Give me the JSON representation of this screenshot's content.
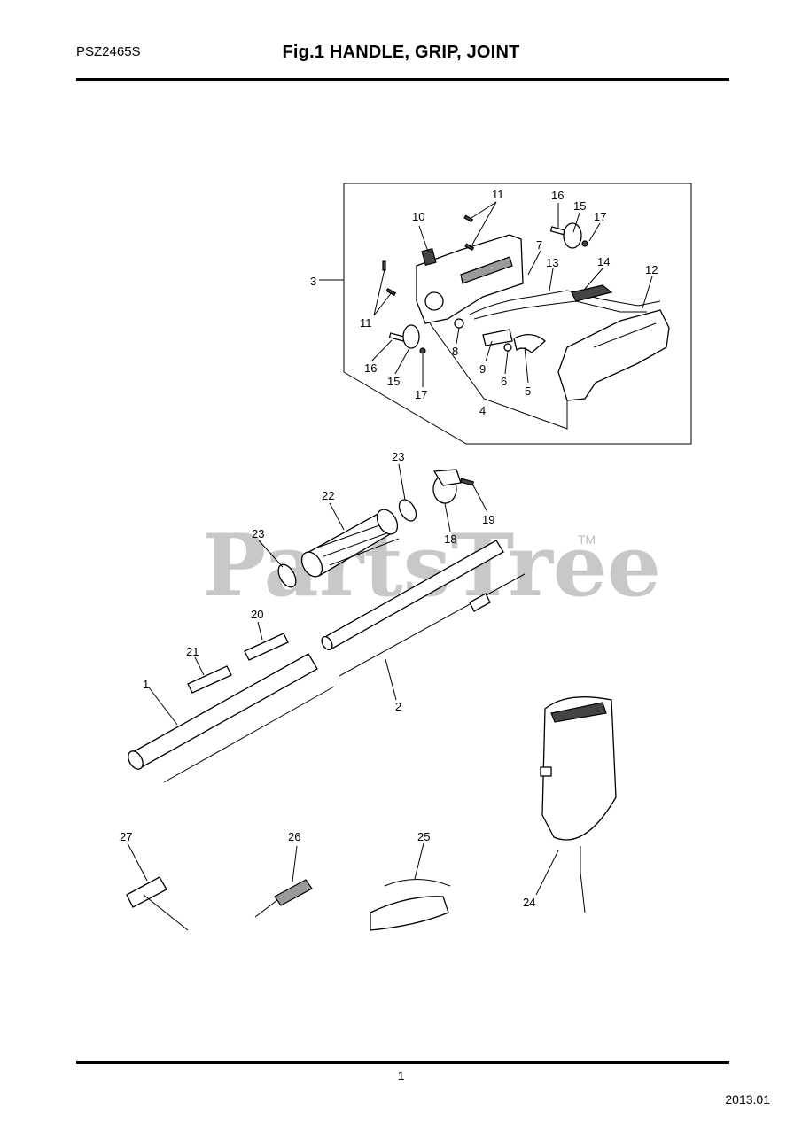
{
  "header": {
    "model": "PSZ2465S",
    "title": "Fig.1  HANDLE, GRIP, JOINT"
  },
  "watermark": {
    "text": "PartsTree",
    "tm": "TM"
  },
  "callouts": {
    "c1": "1",
    "c2": "2",
    "c3": "3",
    "c4": "4",
    "c5": "5",
    "c6": "6",
    "c7": "7",
    "c8": "8",
    "c9": "9",
    "c10": "10",
    "c11a": "11",
    "c11b": "11",
    "c12": "12",
    "c13": "13",
    "c14": "14",
    "c15a": "15",
    "c15b": "15",
    "c16a": "16",
    "c16b": "16",
    "c17a": "17",
    "c17b": "17",
    "c18": "18",
    "c19": "19",
    "c20": "20",
    "c21": "21",
    "c22": "22",
    "c23a": "23",
    "c23b": "23",
    "c24": "24",
    "c25": "25",
    "c26": "26",
    "c27": "27"
  },
  "footer": {
    "page": "1",
    "date": "2013.01"
  }
}
